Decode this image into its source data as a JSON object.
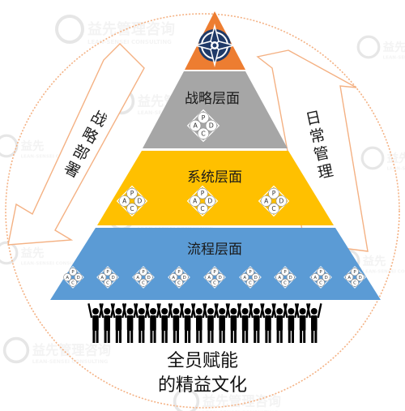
{
  "watermark": {
    "brand_cn": "益先",
    "brand_cn_full": "益先管理咨询",
    "brand_en": "LEAN-SENSEI CONSULTING"
  },
  "pyramid": {
    "tiers": [
      {
        "label": "战略层面",
        "color": "#a6a6a6",
        "pdca_count": 1
      },
      {
        "label": "系统层面",
        "color": "#ffc000",
        "pdca_count": 3
      },
      {
        "label": "流程层面",
        "color": "#5b9bd5",
        "pdca_count": 9
      }
    ],
    "apex": {
      "color": "#ed7d31",
      "icon": "compass-icon"
    }
  },
  "pdca": {
    "p": "P",
    "a": "A",
    "d": "D",
    "c": "C"
  },
  "arrows": {
    "left": {
      "text": [
        "战",
        "略",
        "部",
        "署"
      ]
    },
    "right": {
      "text": [
        "日",
        "常",
        "管",
        "理"
      ]
    }
  },
  "footer": {
    "line1": "全员赋能",
    "line2": "的精益文化"
  },
  "colors": {
    "circle_outline": "#f4b183",
    "people": "#000000"
  }
}
